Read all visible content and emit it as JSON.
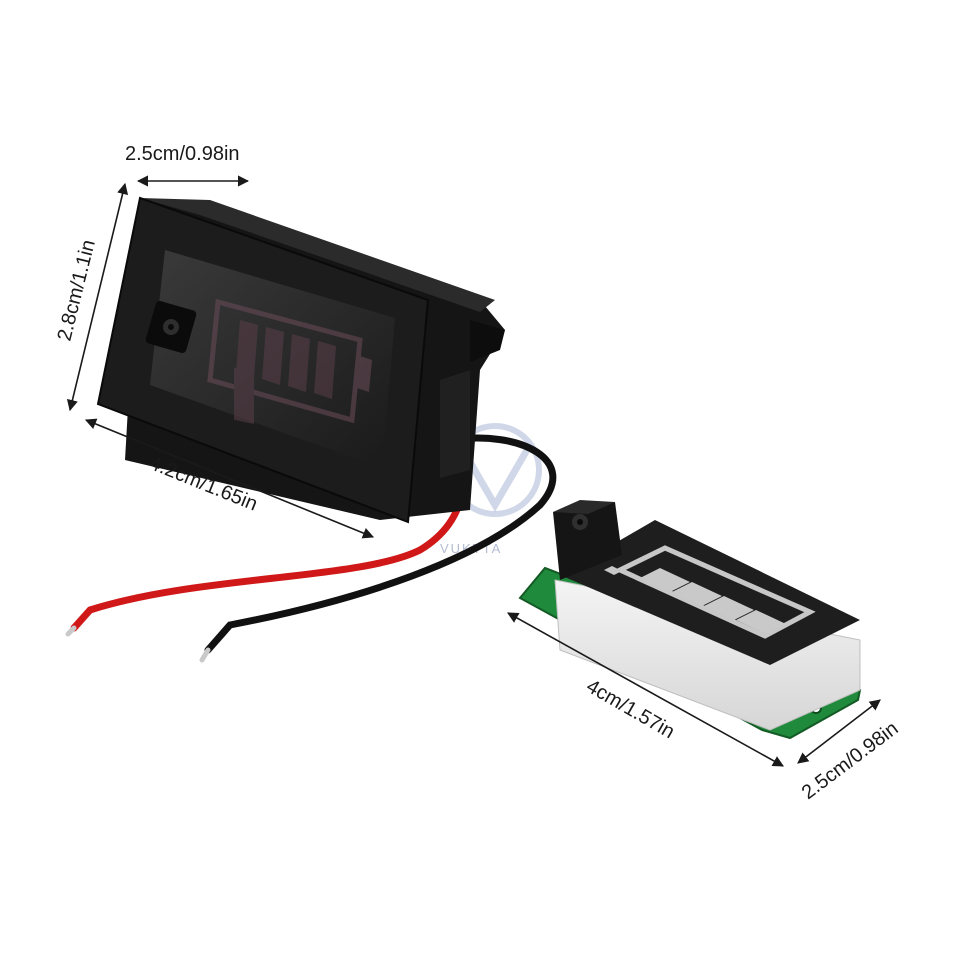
{
  "dimensions": {
    "top_width": "2.5cm/0.98in",
    "left_height": "2.8cm/1.1in",
    "housing_length": "4.2cm/1.65in",
    "board_length": "4cm/1.57in",
    "board_width": "2.5cm/0.98in"
  },
  "watermark": "VUKTTA",
  "colors": {
    "housing": "#1c1c1c",
    "wire_red": "#d01818",
    "wire_black": "#111111",
    "pcb": "#1f8a3c",
    "display_face": "#2a2a2a",
    "segment_lit": "#bdbdbd"
  },
  "icons": [
    "battery-level-icon",
    "dc-jack-icon",
    "dimension-arrow-icon"
  ]
}
